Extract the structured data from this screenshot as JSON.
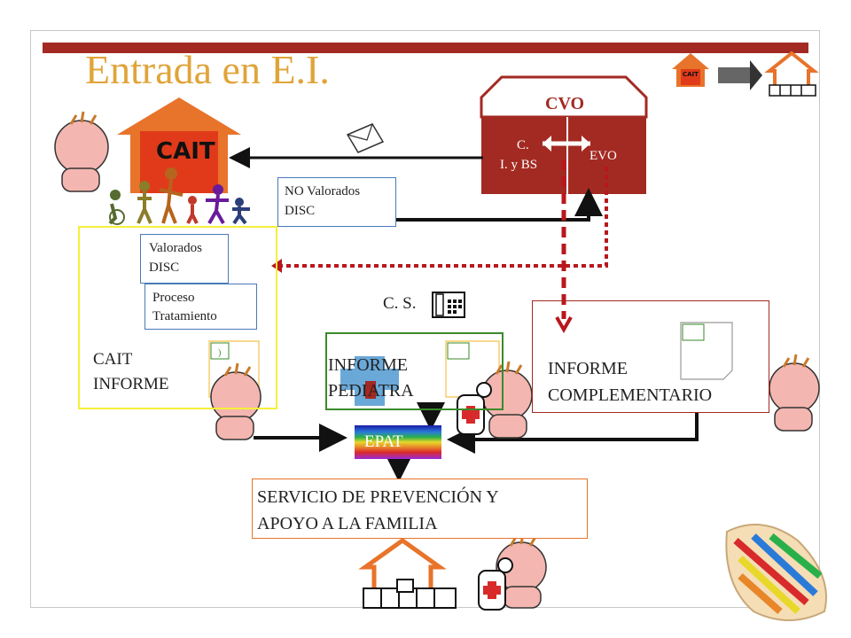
{
  "title": "Entrada en E.I.",
  "cvo": {
    "header": "CVO",
    "left_line1": "C.",
    "left_line2": "I. y BS",
    "right": "EVO"
  },
  "cait_house": {
    "label": "CAIT"
  },
  "header_icon": {
    "mini_house_label": "CAIT"
  },
  "boxes": {
    "no_valorados": {
      "line1": "NO Valorados",
      "line2": "DISC"
    },
    "valorados": {
      "line1": "Valorados",
      "line2": "DISC"
    },
    "proceso": {
      "line1": "Proceso",
      "line2": "Tratamiento"
    },
    "cait_informe": {
      "line1": "CAIT",
      "line2": "INFORME"
    },
    "cs": {
      "label": "C. S."
    },
    "informe_pediatra": {
      "line1": "INFORME",
      "line2": "PEDIATRA"
    },
    "informe_complementario": {
      "line1": "INFORME",
      "line2": "COMPLEMENTARIO"
    },
    "epat": {
      "label": "EPAT"
    },
    "servicio": {
      "line1": "SERVICIO DE PREVENCIÓN Y",
      "line2": "APOYO A LA FAMILIA"
    }
  },
  "colors": {
    "dark_red": "#a32a22",
    "title_gold": "#e0a43a",
    "house_orange": "#e8732a",
    "yellow_border": "#f5f03a",
    "green_border": "#3a8a2a",
    "dotted_red": "#b8171d"
  }
}
